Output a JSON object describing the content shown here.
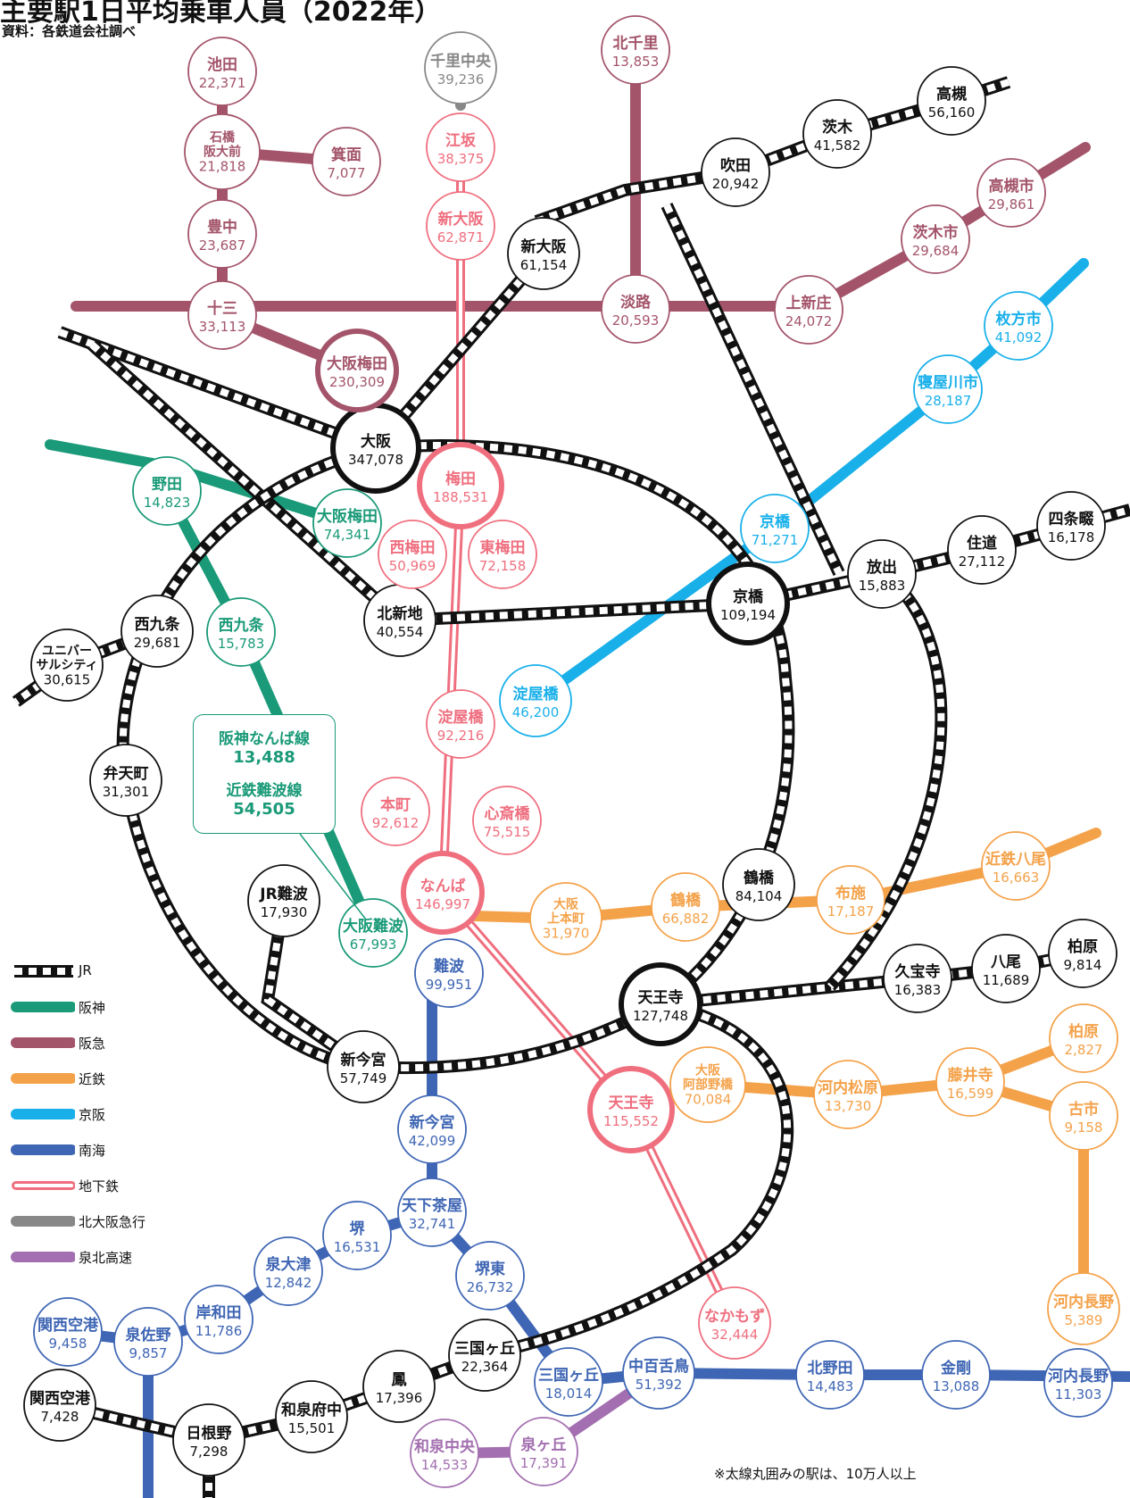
{
  "header": {
    "title": "主要駅1日平均乗車人員（2022年）",
    "source": "資料：各鉄道会社調べ",
    "note": "※太線丸囲みの駅は、10万人以上"
  },
  "colors": {
    "jr": "#111111",
    "hanshin": "#1a9a78",
    "hankyu": "#a3546a",
    "kintetsu": "#f4a24a",
    "keihan": "#19b0ea",
    "nankai": "#3f66b4",
    "subway": "#ef6f7f",
    "kitakyu": "#888888",
    "senboku": "#a36fb0"
  },
  "legend": [
    {
      "key": "jr",
      "label": "JR"
    },
    {
      "key": "hanshin",
      "label": "阪神"
    },
    {
      "key": "hankyu",
      "label": "阪急"
    },
    {
      "key": "kintetsu",
      "label": "近鉄"
    },
    {
      "key": "keihan",
      "label": "京阪"
    },
    {
      "key": "nankai",
      "label": "南海"
    },
    {
      "key": "subway",
      "label": "地下鉄"
    },
    {
      "key": "kitakyu",
      "label": "北大阪急行"
    },
    {
      "key": "senboku",
      "label": "泉北高速"
    }
  ],
  "callout": {
    "items": [
      {
        "name": "阪神なんば線",
        "value": "13,488"
      },
      {
        "name": "近鉄難波線",
        "value": "54,505"
      }
    ]
  },
  "stations": [
    {
      "id": "jr-osaka",
      "line": "jr",
      "name": "大阪",
      "value": "347,078",
      "big": true
    },
    {
      "id": "jr-kyobashi",
      "line": "jr",
      "name": "京橋",
      "value": "109,194",
      "big": true
    },
    {
      "id": "jr-tennoji",
      "line": "jr",
      "name": "天王寺",
      "value": "127,748",
      "big": true
    },
    {
      "id": "jr-shinosaka",
      "line": "jr",
      "name": "新大阪",
      "value": "61,154"
    },
    {
      "id": "jr-suita",
      "line": "jr",
      "name": "吹田",
      "value": "20,942"
    },
    {
      "id": "jr-ibaraki",
      "line": "jr",
      "name": "茨木",
      "value": "41,582"
    },
    {
      "id": "jr-takatsuki",
      "line": "jr",
      "name": "高槻",
      "value": "56,160"
    },
    {
      "id": "jr-kitashinchi",
      "line": "jr",
      "name": "北新地",
      "value": "40,554"
    },
    {
      "id": "jr-nishikujo",
      "line": "jr",
      "name": "西九条",
      "value": "29,681"
    },
    {
      "id": "jr-usj",
      "line": "jr",
      "name": "ユニバー\nサルシティ",
      "value": "30,615"
    },
    {
      "id": "jr-bentencho",
      "line": "jr",
      "name": "弁天町",
      "value": "31,301"
    },
    {
      "id": "jr-namba",
      "line": "jr",
      "name": "JR難波",
      "value": "17,930"
    },
    {
      "id": "jr-shinimamiya",
      "line": "jr",
      "name": "新今宮",
      "value": "57,749"
    },
    {
      "id": "jr-tsuruhashi",
      "line": "jr",
      "name": "鶴橋",
      "value": "84,104"
    },
    {
      "id": "jr-hanaten",
      "line": "jr",
      "name": "放出",
      "value": "15,883"
    },
    {
      "id": "jr-sumiyoshi",
      "line": "jr",
      "name": "住道",
      "value": "27,112"
    },
    {
      "id": "jr-shijonawate",
      "line": "jr",
      "name": "四条畷",
      "value": "16,178"
    },
    {
      "id": "jr-kyuhoji",
      "line": "jr",
      "name": "久宝寺",
      "value": "16,383"
    },
    {
      "id": "jr-yao",
      "line": "jr",
      "name": "八尾",
      "value": "11,689"
    },
    {
      "id": "jr-kashiwara",
      "line": "jr",
      "name": "柏原",
      "value": "9,814"
    },
    {
      "id": "jr-mikunigaoka",
      "line": "jr",
      "name": "三国ヶ丘",
      "value": "22,364"
    },
    {
      "id": "jr-otori",
      "line": "jr",
      "name": "鳳",
      "value": "17,396"
    },
    {
      "id": "jr-izumifuchu",
      "line": "jr",
      "name": "和泉府中",
      "value": "15,501"
    },
    {
      "id": "jr-hineno",
      "line": "jr",
      "name": "日根野",
      "value": "7,298"
    },
    {
      "id": "jr-kansaiairport",
      "line": "jr",
      "name": "関西空港",
      "value": "7,428"
    },
    {
      "id": "hk-ikeda",
      "line": "hankyu",
      "name": "池田",
      "value": "22,371"
    },
    {
      "id": "hk-ishibashi",
      "line": "hankyu",
      "name": "石橋\n阪大前",
      "value": "21,818"
    },
    {
      "id": "hk-mino",
      "line": "hankyu",
      "name": "箕面",
      "value": "7,077"
    },
    {
      "id": "hk-toyonaka",
      "line": "hankyu",
      "name": "豊中",
      "value": "23,687"
    },
    {
      "id": "hk-juso",
      "line": "hankyu",
      "name": "十三",
      "value": "33,113"
    },
    {
      "id": "hk-umeda",
      "line": "hankyu",
      "name": "大阪梅田",
      "value": "230,309",
      "big": true
    },
    {
      "id": "hk-kitasenri",
      "line": "hankyu",
      "name": "北千里",
      "value": "13,853"
    },
    {
      "id": "hk-awaji",
      "line": "hankyu",
      "name": "淡路",
      "value": "20,593"
    },
    {
      "id": "hk-kamishinjo",
      "line": "hankyu",
      "name": "上新庄",
      "value": "24,072"
    },
    {
      "id": "hk-ibarakishi",
      "line": "hankyu",
      "name": "茨木市",
      "value": "29,684"
    },
    {
      "id": "hk-takatsukishi",
      "line": "hankyu",
      "name": "高槻市",
      "value": "29,861"
    },
    {
      "id": "kq-senrichuo",
      "line": "kitakyu",
      "name": "千里中央",
      "value": "39,236"
    },
    {
      "id": "sw-esaka",
      "line": "subway",
      "name": "江坂",
      "value": "38,375"
    },
    {
      "id": "sw-shinosaka",
      "line": "subway",
      "name": "新大阪",
      "value": "62,871"
    },
    {
      "id": "sw-umeda",
      "line": "subway",
      "name": "梅田",
      "value": "188,531",
      "big": true
    },
    {
      "id": "sw-nishiumeda",
      "line": "subway",
      "name": "西梅田",
      "value": "50,969"
    },
    {
      "id": "sw-higashiumeda",
      "line": "subway",
      "name": "東梅田",
      "value": "72,158"
    },
    {
      "id": "sw-yodoyabashi",
      "line": "subway",
      "name": "淀屋橋",
      "value": "92,216"
    },
    {
      "id": "sw-honmachi",
      "line": "subway",
      "name": "本町",
      "value": "92,612"
    },
    {
      "id": "sw-shinsaibashi",
      "line": "subway",
      "name": "心斎橋",
      "value": "75,515"
    },
    {
      "id": "sw-namba",
      "line": "subway",
      "name": "なんば",
      "value": "146,997",
      "big": true
    },
    {
      "id": "sw-tennoji",
      "line": "subway",
      "name": "天王寺",
      "value": "115,552",
      "big": true
    },
    {
      "id": "sw-nakamozu",
      "line": "subway",
      "name": "なかもず",
      "value": "32,444"
    },
    {
      "id": "hs-noda",
      "line": "hanshin",
      "name": "野田",
      "value": "14,823"
    },
    {
      "id": "hs-umeda",
      "line": "hanshin",
      "name": "大阪梅田",
      "value": "74,341"
    },
    {
      "id": "hs-nishikujo",
      "line": "hanshin",
      "name": "西九条",
      "value": "15,783"
    },
    {
      "id": "hs-osakanamba",
      "line": "hanshin",
      "name": "大阪難波",
      "value": "67,993"
    },
    {
      "id": "kh-hirakatashi",
      "line": "keihan",
      "name": "枚方市",
      "value": "41,092"
    },
    {
      "id": "kh-neyagawashi",
      "line": "keihan",
      "name": "寝屋川市",
      "value": "28,187"
    },
    {
      "id": "kh-kyobashi",
      "line": "keihan",
      "name": "京橋",
      "value": "71,271"
    },
    {
      "id": "kh-yodoyabashi",
      "line": "keihan",
      "name": "淀屋橋",
      "value": "46,200"
    },
    {
      "id": "kt-uehommachi",
      "line": "kintetsu",
      "name": "大阪\n上本町",
      "value": "31,970"
    },
    {
      "id": "kt-tsuruhashi",
      "line": "kintetsu",
      "name": "鶴橋",
      "value": "66,882"
    },
    {
      "id": "kt-fuse",
      "line": "kintetsu",
      "name": "布施",
      "value": "17,187"
    },
    {
      "id": "kt-yao",
      "line": "kintetsu",
      "name": "近鉄八尾",
      "value": "16,663"
    },
    {
      "id": "kt-abeno",
      "line": "kintetsu",
      "name": "大阪\n阿部野橋",
      "value": "70,084"
    },
    {
      "id": "kt-kawachimatsubara",
      "line": "kintetsu",
      "name": "河内松原",
      "value": "13,730"
    },
    {
      "id": "kt-fujiidera",
      "line": "kintetsu",
      "name": "藤井寺",
      "value": "16,599"
    },
    {
      "id": "kt-kashiwara",
      "line": "kintetsu",
      "name": "柏原",
      "value": "2,827"
    },
    {
      "id": "kt-furuichi",
      "line": "kintetsu",
      "name": "古市",
      "value": "9,158"
    },
    {
      "id": "kt-kawachinagano",
      "line": "kintetsu",
      "name": "河内長野",
      "value": "5,389"
    },
    {
      "id": "nk-namba",
      "line": "nankai",
      "name": "難波",
      "value": "99,951"
    },
    {
      "id": "nk-shinimamiya",
      "line": "nankai",
      "name": "新今宮",
      "value": "42,099"
    },
    {
      "id": "nk-tengachaya",
      "line": "nankai",
      "name": "天下茶屋",
      "value": "32,741"
    },
    {
      "id": "nk-sakai",
      "line": "nankai",
      "name": "堺",
      "value": "16,531"
    },
    {
      "id": "nk-sakaihigashi",
      "line": "nankai",
      "name": "堺東",
      "value": "26,732"
    },
    {
      "id": "nk-izumiotsu",
      "line": "nankai",
      "name": "泉大津",
      "value": "12,842"
    },
    {
      "id": "nk-kishiwada",
      "line": "nankai",
      "name": "岸和田",
      "value": "11,786"
    },
    {
      "id": "nk-izumisano",
      "line": "nankai",
      "name": "泉佐野",
      "value": "9,857"
    },
    {
      "id": "nk-kansaiairport",
      "line": "nankai",
      "name": "関西空港",
      "value": "9,458"
    },
    {
      "id": "nk-mikunigaoka",
      "line": "nankai",
      "name": "三国ヶ丘",
      "value": "18,014"
    },
    {
      "id": "nk-nakamozu",
      "line": "nankai",
      "name": "中百舌鳥",
      "value": "51,392"
    },
    {
      "id": "nk-kitanoda",
      "line": "nankai",
      "name": "北野田",
      "value": "14,483"
    },
    {
      "id": "nk-kongo",
      "line": "nankai",
      "name": "金剛",
      "value": "13,088"
    },
    {
      "id": "nk-kawachinagano",
      "line": "nankai",
      "name": "河内長野",
      "value": "11,303"
    },
    {
      "id": "sb-izumichuo",
      "line": "senboku",
      "name": "和泉中央",
      "value": "14,533"
    },
    {
      "id": "sb-izumigaoka",
      "line": "senboku",
      "name": "泉ヶ丘",
      "value": "17,391"
    }
  ]
}
